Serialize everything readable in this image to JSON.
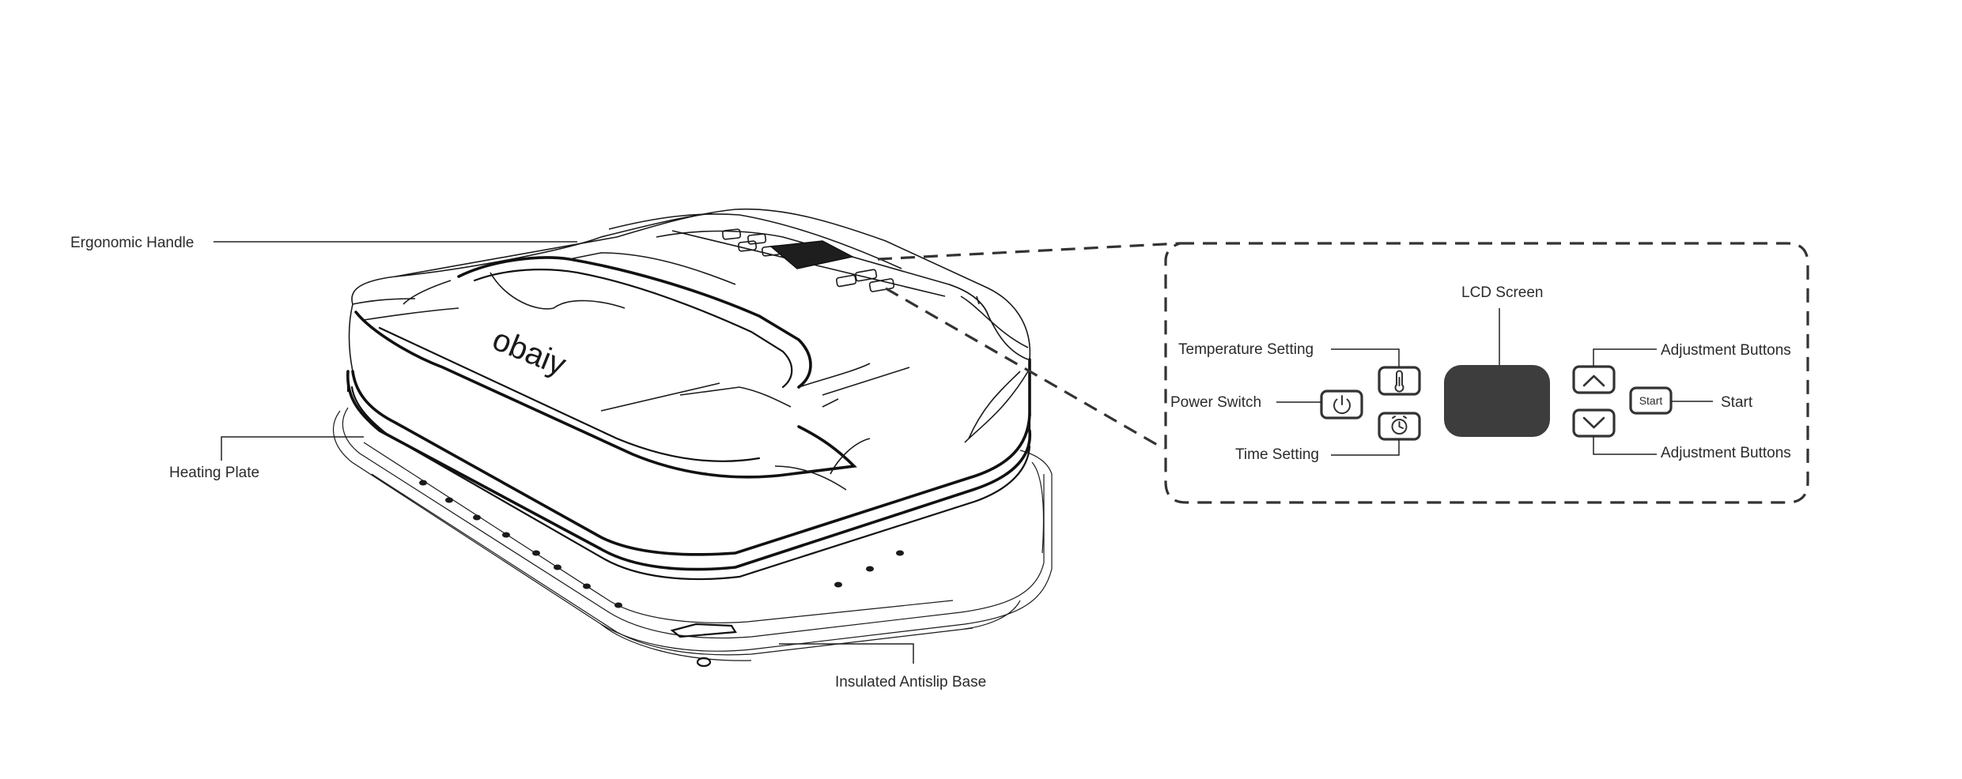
{
  "labels": {
    "ergonomic_handle": "Ergonomic Handle",
    "heating_plate": "Heating Plate",
    "insulated_base": "Insulated Antislip Base",
    "lcd_screen": "LCD Screen",
    "temperature_setting": "Temperature Setting",
    "power_switch": "Power Switch",
    "time_setting": "Time Setting",
    "adjustment_up": "Adjustment Buttons",
    "adjustment_down": "Adjustment Buttons",
    "start": "Start"
  },
  "device": {
    "logo": "obaiy",
    "start_button": "Start"
  },
  "colors": {
    "lcd_screen": "#3d3d3d",
    "line": "#1a1a1a",
    "background": "#ffffff"
  },
  "icons": {
    "temperature": "thermometer-icon",
    "power": "power-icon",
    "time": "alarm-clock-icon",
    "up": "chevron-up-icon",
    "down": "chevron-down-icon"
  }
}
